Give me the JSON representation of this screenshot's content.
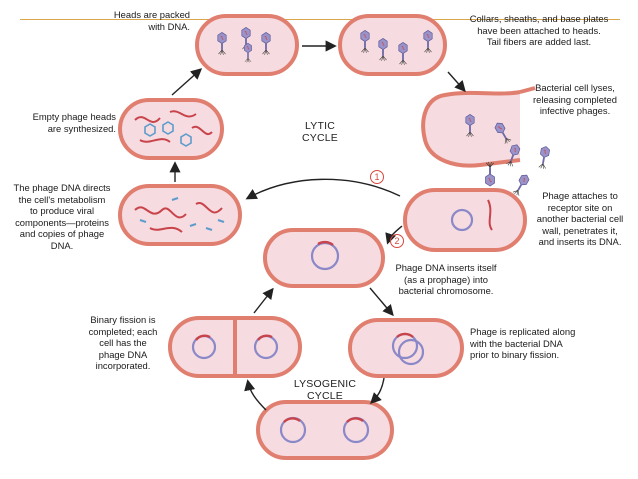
{
  "colors": {
    "cell_wall": "#e07f6f",
    "cell_fill": "#f6dbe0",
    "phage_dna": "#c8434a",
    "bacterial_chromosome": "#8a88c8",
    "phage_head": "#9a93c9",
    "accent_line": "#d9a64a",
    "arrow": "#222222",
    "number_circle": "#d9473e"
  },
  "labels": {
    "heads_packed": "Heads are packed\nwith DNA.",
    "collars": "Collars, sheaths, and base plates\nhave been attached to heads.\nTail fibers are added last.",
    "cell_lyses": "Bacterial cell lyses,\nreleasing completed\ninfective phages.",
    "empty_heads": "Empty phage heads\nare synthesized.",
    "directs_metabolism": "The phage DNA directs\nthe cell's metabolism\nto produce viral\ncomponents—proteins\nand copies of phage\nDNA.",
    "phage_attaches": "Phage attaches to\nreceptor site on\nanother bacterial cell\nwall, penetrates it,\nand inserts its DNA.",
    "prophage": "Phage DNA inserts itself\n(as a prophage) into\nbacterial chromosome.",
    "replicated": "Phage is replicated along\nwith the bacterial DNA\nprior to binary fission.",
    "binary_fission": "Binary fission is\ncompleted; each\ncell has the\nphage DNA\nincorporated.",
    "lytic": "LYTIC\nCYCLE",
    "lysogenic": "LYSOGENIC\nCYCLE",
    "path_1": "1",
    "path_2": "2"
  },
  "icons": [
    "bacterial-cell",
    "phage-icon",
    "arrow-icon"
  ]
}
